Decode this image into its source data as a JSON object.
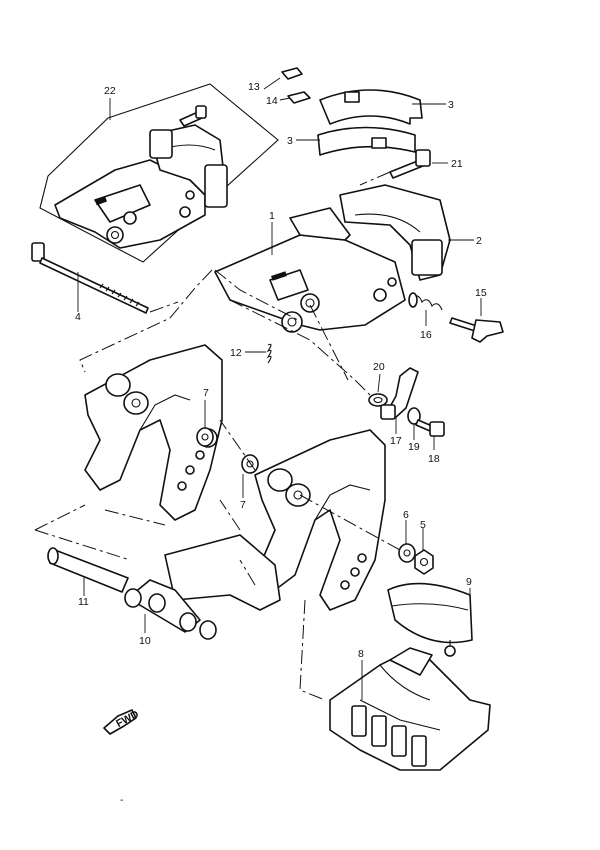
{
  "diagram": {
    "direction_marker": "FWD",
    "callouts": {
      "c1": "1",
      "c2": "2",
      "c3a": "3",
      "c3b": "3",
      "c4": "4",
      "c5": "5",
      "c6": "6",
      "c7a": "7",
      "c7b": "7",
      "c8": "8",
      "c9": "9",
      "c10": "10",
      "c11": "11",
      "c12": "12",
      "c13": "13",
      "c14": "14",
      "c15": "15",
      "c16": "16",
      "c17": "17",
      "c18": "18",
      "c19": "19",
      "c20": "20",
      "c21": "21",
      "c22": "22"
    }
  }
}
